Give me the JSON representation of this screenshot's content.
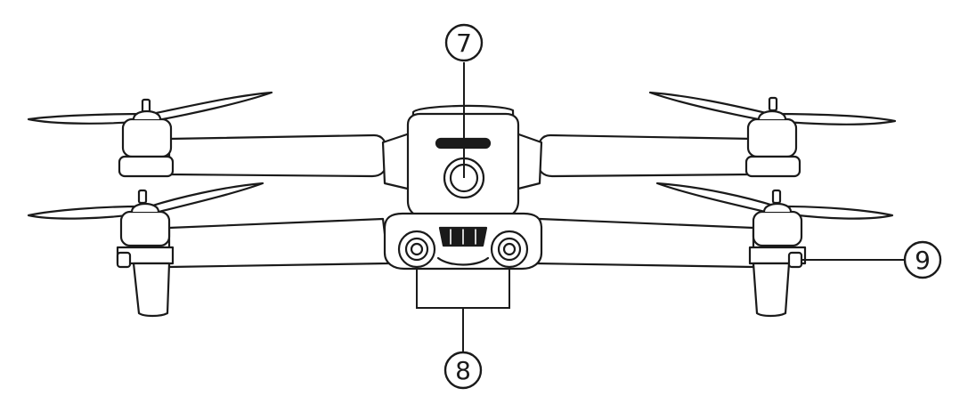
{
  "diagram": {
    "callouts": [
      {
        "id": "callout-7",
        "label": "7"
      },
      {
        "id": "callout-8",
        "label": "8"
      },
      {
        "id": "callout-9",
        "label": "9"
      }
    ],
    "colors": {
      "line": "#1a1a1a",
      "fill": "#ffffff",
      "dark": "#1a1a1a"
    }
  }
}
